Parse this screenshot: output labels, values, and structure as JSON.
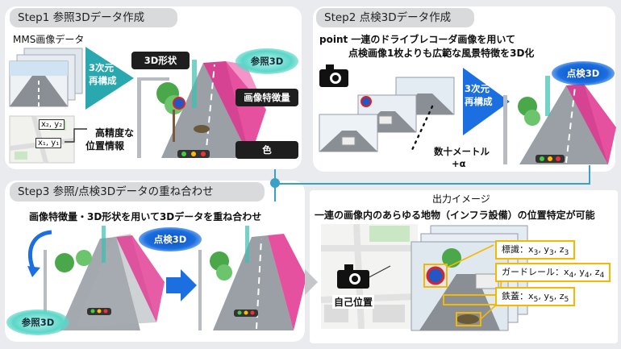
{
  "step1": {
    "tab": "Step1 参照3Dデータ作成",
    "mms_label": "MMS画像データ",
    "reconstruct": [
      "3次元",
      "再構成"
    ],
    "shape_label": "3D形状",
    "ref3d_label": "参照3D",
    "feature_label": "画像特徴量",
    "color_label": "色",
    "highprec": [
      "高精度な",
      "位置情報"
    ],
    "xy": [
      [
        "x₂,",
        "y₂"
      ],
      [
        "x₁,",
        "y₁"
      ]
    ]
  },
  "step2": {
    "tab": "Step2 点検3Dデータ作成",
    "point_line1": "point  一連のドライブレコーダ画像を用いて",
    "point_line2": "点検画像1枚よりも広範な風景特徴を3D化",
    "reconstruct": [
      "3次元",
      "再構成"
    ],
    "insp3d_label": "点検3D",
    "distance": [
      "数十メートル",
      "+α"
    ]
  },
  "step3": {
    "tab": "Step3 参照/点検3Dデータの重ね合わせ",
    "description": "画像特徴量・3D形状を用いて3Dデータを重ね合わせ",
    "insp3d_label": "点検3D",
    "ref3d_label": "参照3D"
  },
  "output": {
    "title": "出力イメージ",
    "headline": "一連の画像内のあらゆる地物（インフラ設備）の位置特定が可能",
    "self_position": "自己位置",
    "coords": [
      {
        "name": "標識",
        "sep": "：",
        "x": "x",
        "xs": "3",
        "y": "y",
        "ys": "3",
        "z": "z",
        "zs": "3"
      },
      {
        "name": "ガードレール",
        "sep": "：",
        "x": "x",
        "xs": "4",
        "y": "y",
        "ys": "4",
        "z": "z",
        "zs": "4"
      },
      {
        "name": "鉄蓋",
        "sep": "：",
        "x": "x",
        "xs": "5",
        "y": "y",
        "ys": "5",
        "z": "z",
        "zs": "5"
      }
    ]
  },
  "colors": {
    "teal": "#2aa8b0",
    "blue": "#1b6fe0",
    "magenta": "#e0338e",
    "connector": "#3aa0c8",
    "yellow": "#f5b800"
  }
}
